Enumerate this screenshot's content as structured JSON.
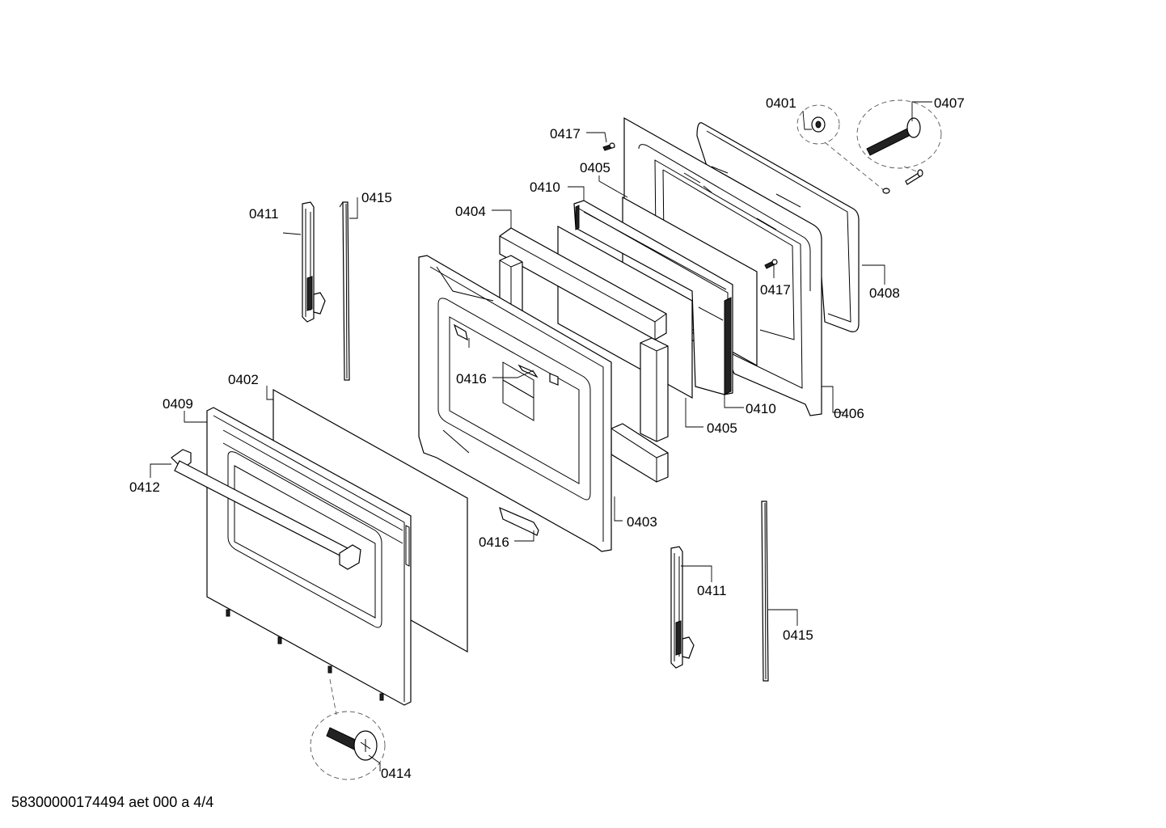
{
  "diagram": {
    "labels": {
      "p0401": "0401",
      "p0402": "0402",
      "p0403": "0403",
      "p0404": "0404",
      "p0405a": "0405",
      "p0405b": "0405",
      "p0406": "0406",
      "p0407": "0407",
      "p0408": "0408",
      "p0409": "0409",
      "p0410a": "0410",
      "p0410b": "0410",
      "p0411a": "0411",
      "p0411b": "0411",
      "p0412": "0412",
      "p0414": "0414",
      "p0415a": "0415",
      "p0415b": "0415",
      "p0416a": "0416",
      "p0416b": "0416",
      "p0417a": "0417",
      "p0417b": "0417"
    },
    "footer": "58300000174494 aet 000 a 4/4"
  }
}
